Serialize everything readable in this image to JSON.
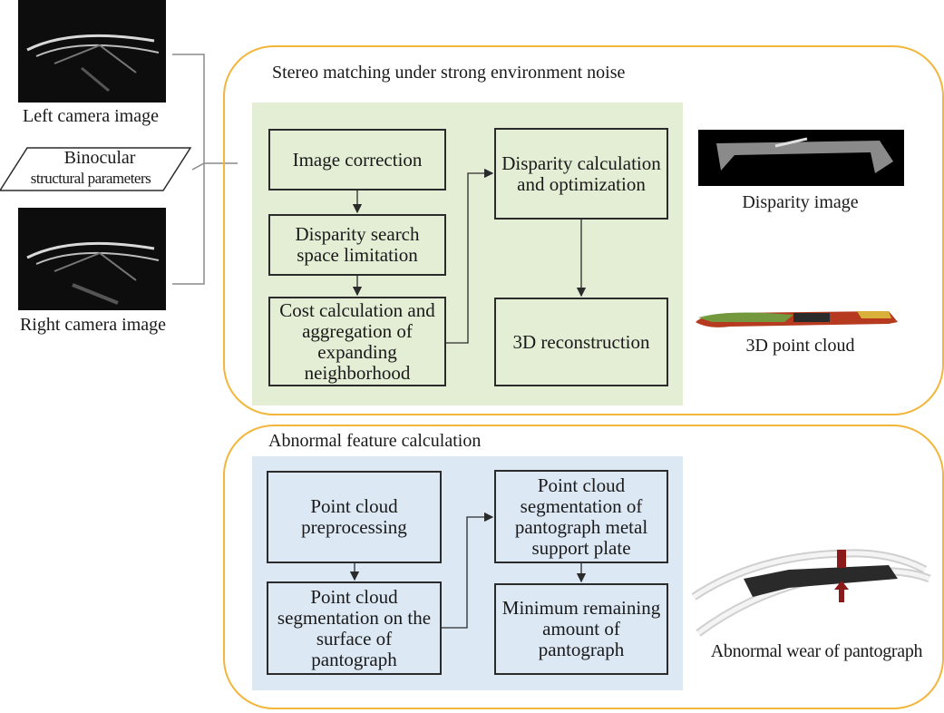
{
  "inputs": {
    "left_label": "Left camera image",
    "right_label": "Right camera image",
    "params_line1": "Binocular",
    "params_line2": "structural parameters"
  },
  "stereo_panel": {
    "title": "Stereo matching under strong environment noise",
    "steps": {
      "image_correction": "Image correction",
      "disparity_search": "Disparity search space limitation",
      "cost_calc": "Cost calculation and aggregation of expanding neighborhood",
      "disparity_calc": "Disparity calculation and optimization",
      "reconstruction": "3D reconstruction"
    },
    "outputs": {
      "disparity_image": "Disparity image",
      "point_cloud": "3D point cloud"
    }
  },
  "abnormal_panel": {
    "title": "Abnormal feature calculation",
    "steps": {
      "preprocessing": "Point cloud preprocessing",
      "surface_segmentation": "Point cloud segmentation on the surface of pantograph",
      "plate_segmentation": "Point cloud segmentation of pantograph metal support plate",
      "minimum_remaining": "Minimum remaining amount of pantograph"
    },
    "outputs": {
      "wear": "Abnormal wear of pantograph"
    }
  },
  "colors": {
    "panel_border": "#f2b63a",
    "stereo_bg": "#e3eed5",
    "abnormal_bg": "#dce8f4",
    "box_border": "#2b2b2b",
    "wear_arrow": "#8b1a1a"
  }
}
